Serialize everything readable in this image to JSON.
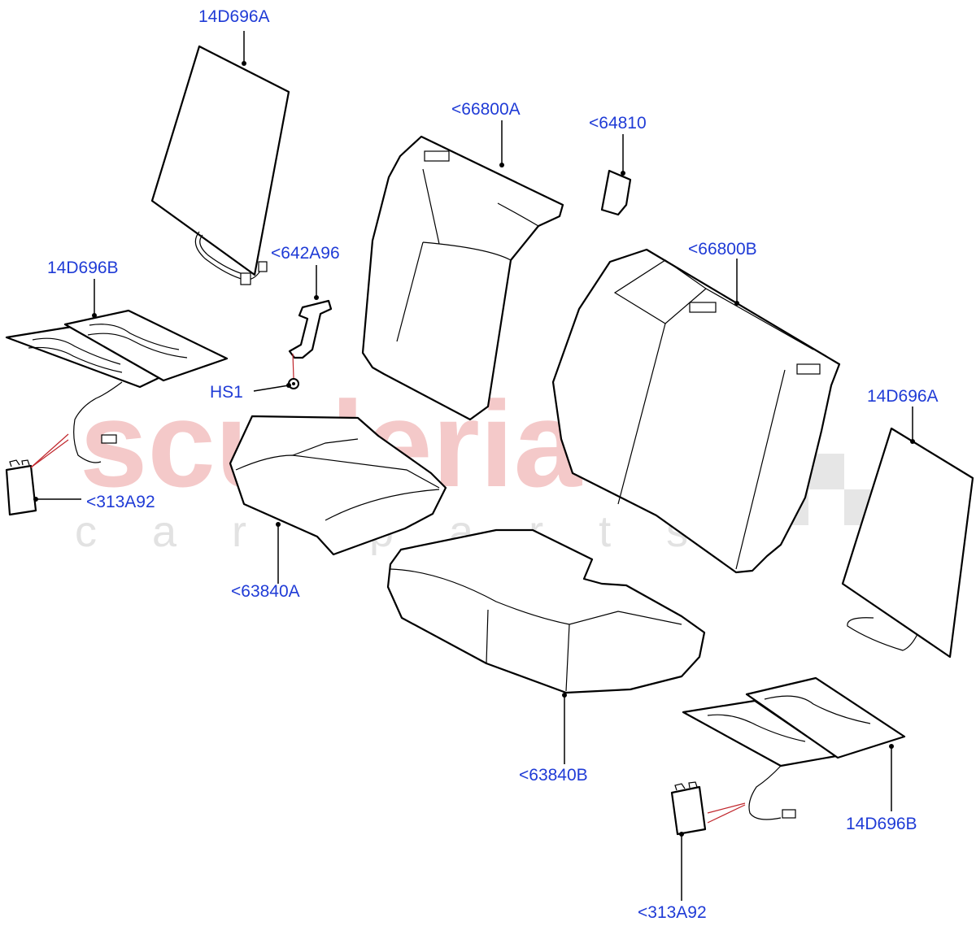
{
  "watermark": {
    "brand": "scuderia",
    "tagline": "car parts",
    "brand_color": "#f4c9c9",
    "tagline_color": "#e2e2e2"
  },
  "colors": {
    "label": "#1f3bd6",
    "line": "#000000",
    "pointer": "#c0262c"
  },
  "callouts": {
    "heater_pad_back_left": "14D696A",
    "heater_pad_back_right": "14D696A",
    "heater_pad_cushion_left": "14D696B",
    "heater_pad_cushion_right": "14D696B",
    "connector_cover_left": "<313A92",
    "connector_cover_right": "<313A92",
    "bracket": "<642A96",
    "screw": "HS1",
    "backrest_cover_left": "<66800A",
    "backrest_cover_right": "<66800B",
    "cover_cap": "<64810",
    "cushion_cover_left": "<63840A",
    "cushion_cover_right": "<63840B"
  }
}
